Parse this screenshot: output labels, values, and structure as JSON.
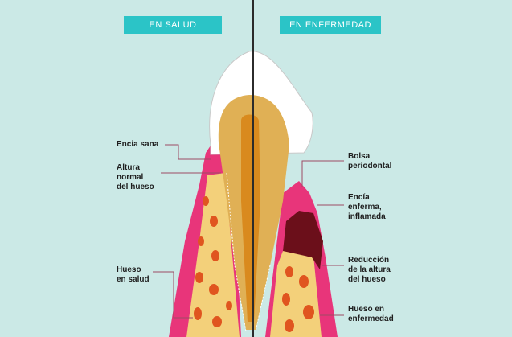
{
  "header": {
    "health_label": "EN SALUD",
    "disease_label": "EN ENFERMEDAD"
  },
  "labels": {
    "left": {
      "healthy_gum": "Encia sana",
      "normal_bone_height": "Altura\nnormal\ndel hueso",
      "healthy_bone": "Hueso\nen salud"
    },
    "right": {
      "periodontal_pocket": "Bolsa\nperiodontal",
      "inflamed_gum": "Encía\nenferma,\ninflamada",
      "bone_height_reduction": "Reducción\nde la altura\ndel hueso",
      "diseased_bone": "Hueso en\nenfermedad"
    }
  },
  "colors": {
    "background": "#cbe9e6",
    "badge": "#2bc4c7",
    "gum": "#e8357a",
    "bone": "#f3d07a",
    "bone_spots": "#e0551f",
    "dentin": "#e0b055",
    "pulp": "#d98a1e",
    "enamel": "#ffffff",
    "pocket": "#6b0f1a"
  }
}
